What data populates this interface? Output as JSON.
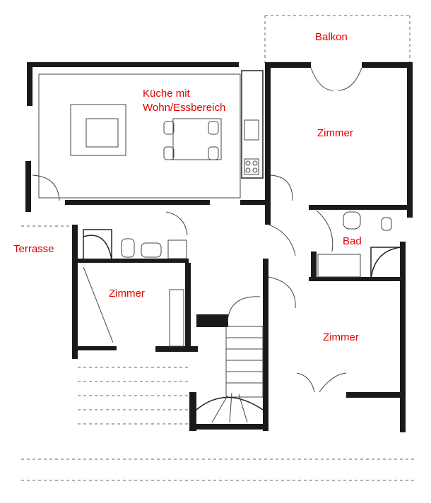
{
  "plan": {
    "rooms": {
      "balkon": "Balkon",
      "kueche_line1": "Küche mit",
      "kueche_line2": "Wohn/Essbereich",
      "zimmer_oben_rechts": "Zimmer",
      "terrasse": "Terrasse",
      "bad": "Bad",
      "zimmer_mitte_links": "Zimmer",
      "zimmer_unten_rechts": "Zimmer"
    },
    "colors": {
      "label": "#e00000",
      "wall": "#1a1a1a",
      "background": "#ffffff"
    }
  }
}
